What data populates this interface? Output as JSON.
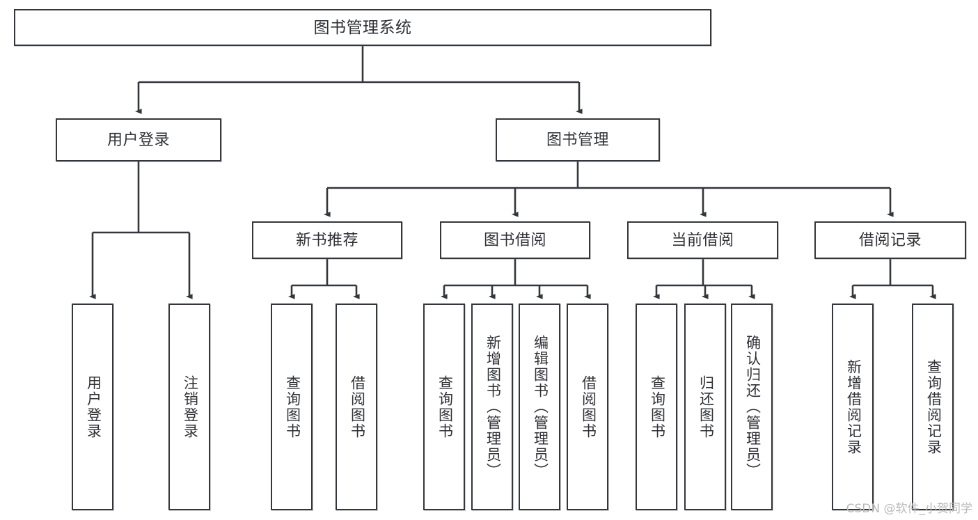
{
  "diagram": {
    "title": "图书管理系统",
    "type": "hierarchy-tree",
    "watermark": "CSDN @软件_小贺同学",
    "colors": {
      "box_border": "#33363b",
      "box_fill": "#ffffff",
      "text": "#2f3136",
      "connector": "#33363b",
      "watermark": "#b9b9b9",
      "background": "#ffffff"
    },
    "levels": [
      {
        "level": 1,
        "nodes": [
          {
            "id": "root",
            "label": "图书管理系统",
            "orientation": "horizontal"
          }
        ]
      },
      {
        "level": 2,
        "nodes": [
          {
            "id": "user-login",
            "label": "用户登录",
            "orientation": "horizontal",
            "parent": "root"
          },
          {
            "id": "book-manage",
            "label": "图书管理",
            "orientation": "horizontal",
            "parent": "root"
          }
        ]
      },
      {
        "level": 3,
        "nodes": [
          {
            "id": "new-book-rec",
            "label": "新书推荐",
            "orientation": "horizontal",
            "parent": "book-manage"
          },
          {
            "id": "book-borrow",
            "label": "图书借阅",
            "orientation": "horizontal",
            "parent": "book-manage"
          },
          {
            "id": "current-borrow",
            "label": "当前借阅",
            "orientation": "horizontal",
            "parent": "book-manage"
          },
          {
            "id": "borrow-record",
            "label": "借阅记录",
            "orientation": "horizontal",
            "parent": "book-manage"
          }
        ]
      },
      {
        "level": 4,
        "nodes": [
          {
            "id": "leaf-user-login",
            "label": "用户登录",
            "orientation": "vertical",
            "parent": "user-login"
          },
          {
            "id": "leaf-user-logout",
            "label": "注销登录",
            "orientation": "vertical",
            "parent": "user-login"
          },
          {
            "id": "leaf-query-book-1",
            "label": "查询图书",
            "orientation": "vertical",
            "parent": "new-book-rec"
          },
          {
            "id": "leaf-borrow-book-1",
            "label": "借阅图书",
            "orientation": "vertical",
            "parent": "new-book-rec"
          },
          {
            "id": "leaf-query-book-2",
            "label": "查询图书",
            "orientation": "vertical",
            "parent": "book-borrow"
          },
          {
            "id": "leaf-add-book",
            "label": "新增图书（管理员）",
            "orientation": "vertical",
            "parent": "book-borrow"
          },
          {
            "id": "leaf-edit-book",
            "label": "编辑图书（管理员）",
            "orientation": "vertical",
            "parent": "book-borrow"
          },
          {
            "id": "leaf-borrow-book-2",
            "label": "借阅图书",
            "orientation": "vertical",
            "parent": "book-borrow"
          },
          {
            "id": "leaf-query-book-3",
            "label": "查询图书",
            "orientation": "vertical",
            "parent": "current-borrow"
          },
          {
            "id": "leaf-return-book",
            "label": "归还图书",
            "orientation": "vertical",
            "parent": "current-borrow"
          },
          {
            "id": "leaf-confirm-return",
            "label": "确认归还（管理员）",
            "orientation": "vertical",
            "parent": "current-borrow"
          },
          {
            "id": "leaf-add-record",
            "label": "新增借阅记录",
            "orientation": "vertical",
            "parent": "borrow-record"
          },
          {
            "id": "leaf-query-record",
            "label": "查询借阅记录",
            "orientation": "vertical",
            "parent": "borrow-record"
          }
        ]
      }
    ]
  }
}
